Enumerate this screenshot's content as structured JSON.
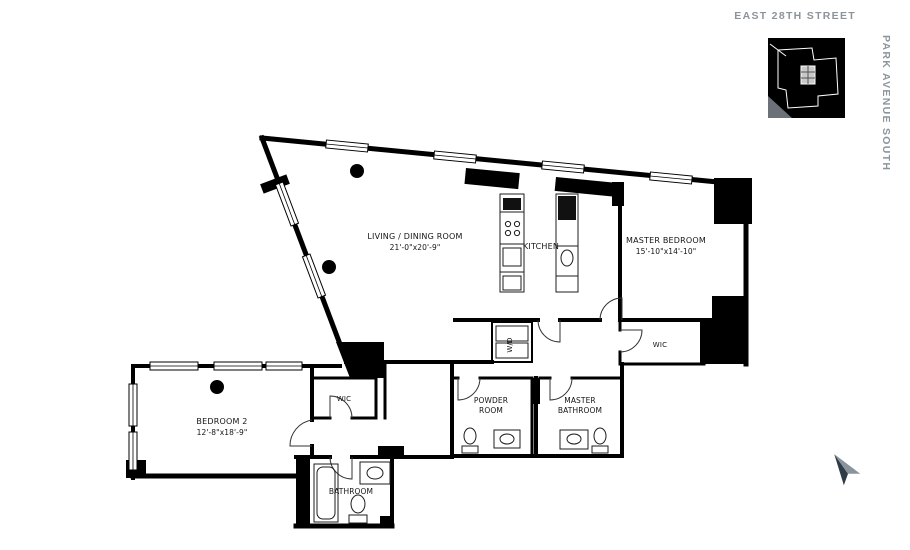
{
  "streets": {
    "top": "EAST 28TH STREET",
    "right": "PARK AVENUE SOUTH"
  },
  "rooms": {
    "living_dining": {
      "name": "LIVING / DINING ROOM",
      "dims": "21'-0\"x20'-9\""
    },
    "kitchen": {
      "name": "KITCHEN"
    },
    "master_bedroom": {
      "name": "MASTER BEDROOM",
      "dims": "15'-10\"x14'-10\""
    },
    "master_wic": {
      "name": "WIC"
    },
    "laundry": {
      "name": "W/D"
    },
    "powder_room": {
      "line1": "POWDER",
      "line2": "ROOM"
    },
    "master_bathroom": {
      "line1": "MASTER",
      "line2": "BATHROOM"
    },
    "bedroom_2": {
      "name": "BEDROOM 2",
      "dims": "12'-8\"x18'-9\""
    },
    "bedroom_2_wic": {
      "name": "WIC"
    },
    "bathroom": {
      "name": "BATHROOM"
    }
  },
  "colors": {
    "walls": "#000000",
    "street_label": "#8c949b",
    "north_arrow_dark": "#2f3b46",
    "north_arrow_light": "#8a949c"
  }
}
